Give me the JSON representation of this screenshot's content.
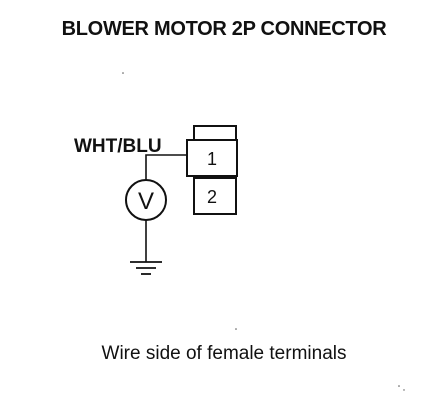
{
  "title": "BLOWER MOTOR 2P CONNECTOR",
  "wire_label": "WHT/BLU",
  "terminals": [
    {
      "number": "1"
    },
    {
      "number": "2"
    }
  ],
  "meter_symbol": "V",
  "caption": "Wire side of female terminals"
}
